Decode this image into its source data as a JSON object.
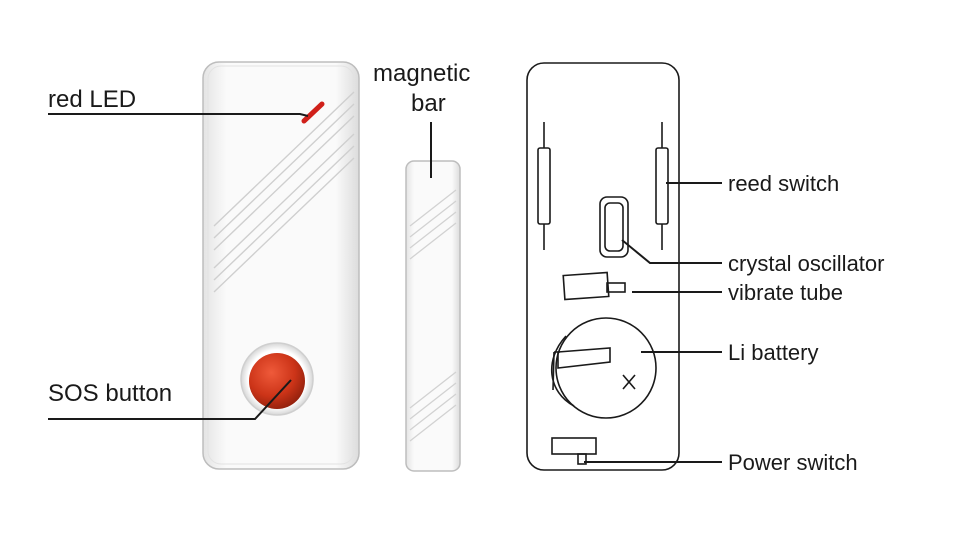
{
  "labels": {
    "red_led": "red LED",
    "sos_button": "SOS button",
    "magnetic_bar_line1": "magnetic",
    "magnetic_bar_line2": "bar",
    "reed_switch": "reed switch",
    "crystal_oscillator": "crystal oscillator",
    "vibrate_tube": "vibrate tube",
    "li_battery": "Li battery",
    "power_switch": "Power switch"
  },
  "colors": {
    "line": "#1a1a1a",
    "housing": "#f4f4f4",
    "housing_edge": "#c9c9c9",
    "sos_red": "#c8321e",
    "led_red": "#d0201a"
  }
}
